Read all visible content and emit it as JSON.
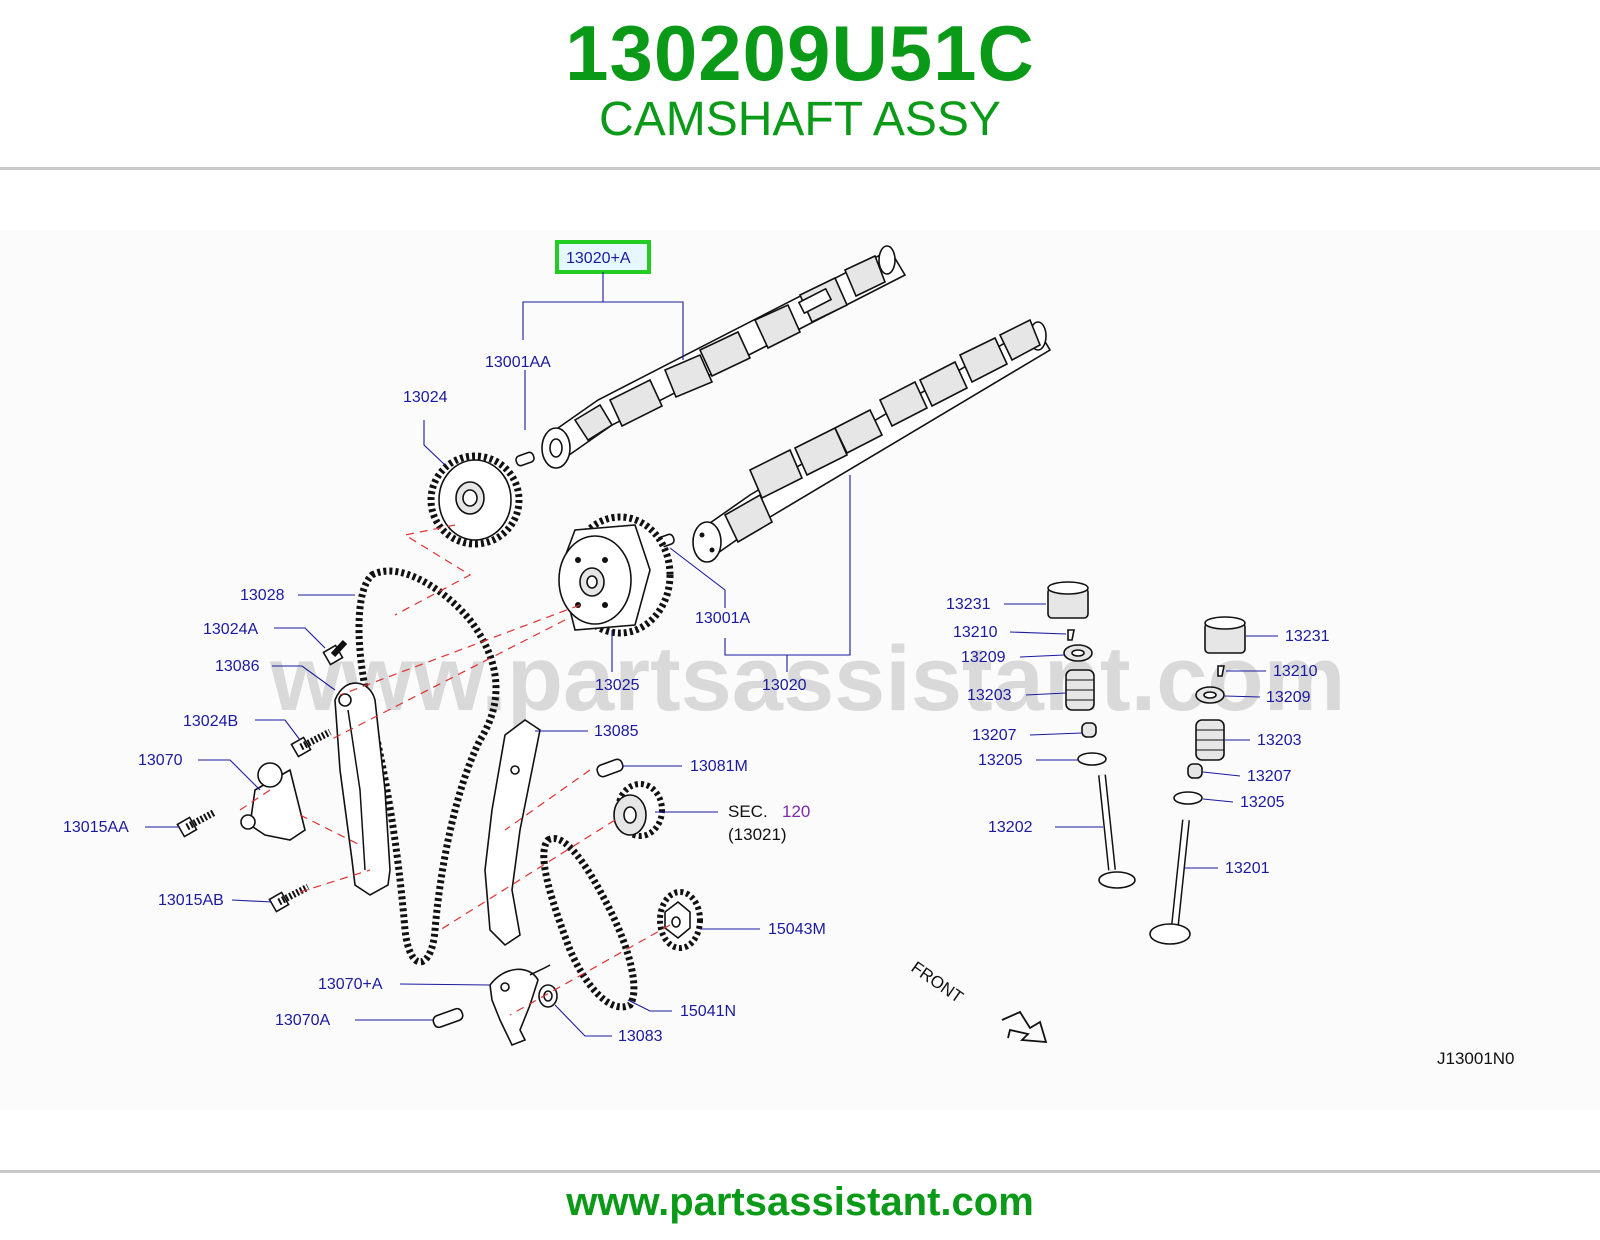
{
  "header": {
    "part_number": "130209U51C",
    "part_name": "CAMSHAFT ASSY"
  },
  "watermark": "www.partsassistant.com",
  "footer": {
    "url": "www.partsassistant.com"
  },
  "colors": {
    "brand_green": "#0a9a18",
    "label_blue": "#1a1aa0",
    "highlight_box": "#22cc22",
    "dash_red": "#e03030"
  },
  "diagram": {
    "drawing_code": "J13001N0",
    "front_label": "FRONT",
    "sec_ref": {
      "prefix": "SEC.",
      "number": "120",
      "sub": "(13021)"
    },
    "labels": {
      "l13020A": "13020+A",
      "l13001AA": "13001AA",
      "l13024": "13024",
      "l13028": "13028",
      "l13024A": "13024A",
      "l13086": "13086",
      "l13024B": "13024B",
      "l13070": "13070",
      "l13015AA": "13015AA",
      "l13015AB": "13015AB",
      "l13070A_plus": "13070+A",
      "l13070A": "13070A",
      "l13025": "13025",
      "l13001A": "13001A",
      "l13020": "13020",
      "l13085": "13085",
      "l13081M": "13081M",
      "l15043M": "15043M",
      "l15041N": "15041N",
      "l13083": "13083",
      "l13231a": "13231",
      "l13210a": "13210",
      "l13209a": "13209",
      "l13203a": "13203",
      "l13207a": "13207",
      "l13205a": "13205",
      "l13202": "13202",
      "l13231b": "13231",
      "l13210b": "13210",
      "l13209b": "13209",
      "l13203b": "13203",
      "l13207b": "13207",
      "l13205b": "13205",
      "l13201": "13201"
    }
  }
}
